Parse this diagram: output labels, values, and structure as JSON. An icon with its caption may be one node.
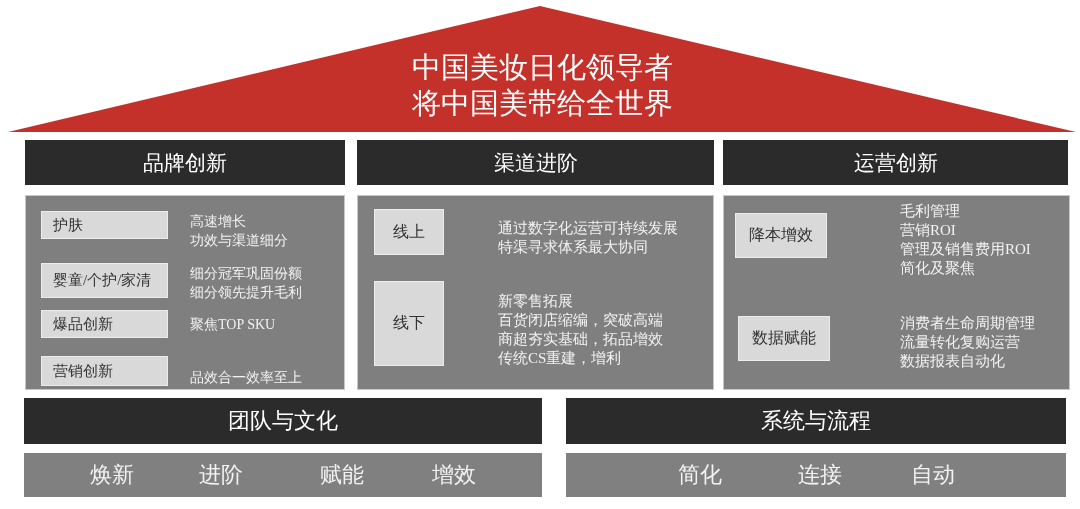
{
  "diagram": {
    "nodes": [
      {
        "text": [
          "中国美妆日化领导者",
          "将中国美带给全世界"
        ]
      },
      {
        "text": [
          "品牌创新"
        ]
      },
      {
        "text": [
          "渠道进阶"
        ]
      },
      {
        "text": [
          "运营创新"
        ]
      },
      {
        "text": [],
        "shape": "box"
      },
      {
        "text": [
          "护肤"
        ],
        "in": 4,
        "beside": [
          "高速增长",
          "功效与渠道细分"
        ]
      },
      {
        "text": [
          "婴童/个护/家清"
        ],
        "in": 4,
        "beside": [
          "细分冠军巩固份额",
          "细分领先提升毛利"
        ]
      },
      {
        "text": [
          "爆品创新"
        ],
        "in": 4,
        "beside": [
          "聚焦TOP SKU"
        ]
      },
      {
        "text": [
          "营销创新"
        ],
        "in": 4,
        "beside": [
          "品效合一效率至上"
        ]
      },
      {
        "text": [],
        "shape": "box"
      },
      {
        "text": [
          "线上"
        ],
        "in": 9,
        "beside": [
          "通过数字化运营可持续发展",
          "特渠寻求体系最大协同"
        ]
      },
      {
        "text": [
          "线下"
        ],
        "in": 9,
        "beside": [
          "新零售拓展",
          "百货闭店缩编，突破高端",
          "商超夯实基础，拓品增效",
          "传统CS重建，增利"
        ]
      },
      {
        "text": [],
        "shape": "box"
      },
      {
        "text": [
          "降本增效"
        ],
        "in": 12,
        "beside": [
          "毛利管理",
          "营销ROI",
          "管理及销售费用ROI",
          "简化及聚焦"
        ]
      },
      {
        "text": [
          "数据赋能"
        ],
        "in": 12,
        "beside": [
          "消费者生命周期管理",
          "流量转化复购运营",
          "数据报表自动化"
        ]
      },
      {
        "text": [
          "团队与文化"
        ]
      },
      {
        "text": [
          "系统与流程"
        ]
      },
      {
        "text": [
          "焕新",
          "进阶",
          "赋能",
          "增效"
        ]
      },
      {
        "text": [
          "简化",
          "连接",
          "自动"
        ]
      }
    ]
  }
}
